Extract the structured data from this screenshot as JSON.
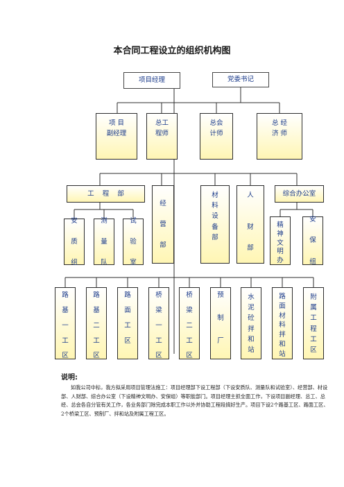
{
  "title": "本合同工程设立的组织机构图",
  "nodes": {
    "pm": "项目经理",
    "party": "党委书记",
    "vpm": "项 目\n副经理",
    "ce": "总工\n程师",
    "ca": "总会\n计师",
    "ec": "总 经\n济 师",
    "eng": "工    程    部",
    "bus": "经\n\n营\n\n部",
    "mat": "材\n料\n设\n备\n部",
    "hr": "人\n\n\n财\n\n部",
    "office": "综合办公室",
    "safe_q": "安\n\n质\n\n组",
    "survey": "测\n\n量\n\n队",
    "lab": "试\n\n验\n\n室",
    "culture": "精\n神\n文\n明\n办",
    "security": "安\n\n保\n\n组",
    "r1": "路\n\n基\n\n一\n\n工\n\n区",
    "r2": "路\n\n基\n\n二\n\n工\n\n区",
    "pave": "路\n\n面\n\n工\n\n区",
    "b1": "桥\n\n梁\n\n一\n\n工\n\n区",
    "b2": "桥\n\n梁\n\n二\n\n工\n\n区",
    "precast": "预\n\n\n制\n\n\n厂",
    "cement": "水\n泥\n砼\n拌\n和\n站",
    "pavemat": "路\n面\n材\n料\n拌\n和\n站",
    "aux": "附\n属\n工\n程\n工\n区"
  },
  "note_heading": "说明:",
  "note": "如我公司中标，我方拟采用项目管理法施工：项目经理部下设工程部（下设安质队、测量队和试验室）、经营部、材设部、人财部、综合办公室（下设精神文明办、安保组）等职能部门。项目经理主抓全面工作，下设项目副经理、总工、总经、总会各自分管有关工作，各业务部门除完成本职工作以外并协助工程段搞好生产。项目下设2个路基工区、路面工区、2个桥梁工区、预制厂、拌和站及附属工程工区。"
}
